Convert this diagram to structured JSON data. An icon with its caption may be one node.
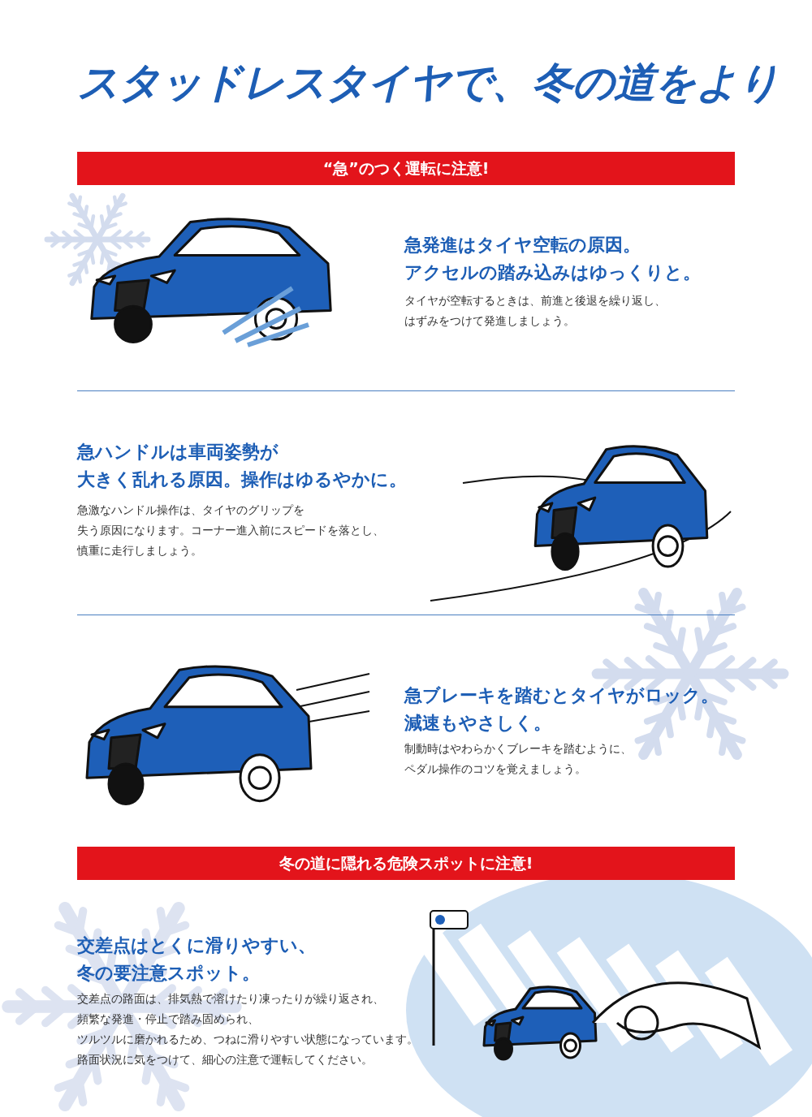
{
  "diagram": {
    "title": "スタッドレスタイヤで、冬の道をより",
    "nodes": [
      {
        "text": [
          "“急”のつく運転に注意!"
        ]
      },
      {
        "text": [
          "冬の道に隠れる危険スポットに注意!"
        ]
      }
    ],
    "labels": [
      "急発進はタイヤ空転の原因。アクセルの踏み込みはゆっくりと。",
      "タイヤが空転するときは、前進と後退を繰り返し、はずみをつけて発進しましょう。",
      "急ハンドルは車両姿勢が大きく乱れる原因。操作はゆるやかに。",
      "急激なハンドル操作は、タイヤのグリップを失う原因になります。コーナー進入前にスピードを落とし、慎重に走行しましょう。",
      "急ブレーキを踏むとタイヤがロック。減速もやさしく。",
      "制動時はやわらかくブレーキを踏むように、ペダル操作のコツを覚えましょう。",
      "交差点はとくに滑りやすい、冬の要注意スポット。",
      "交差点の路面は、排気熱で溶けたり凍ったりが繰り返され、頻繁な発進・停止で踏み固められ、ツルツルに磨かれるため、つねに滑りやすい状態になっています。路面状況に気をつけて、細心の注意で運転してください。"
    ]
  }
}
